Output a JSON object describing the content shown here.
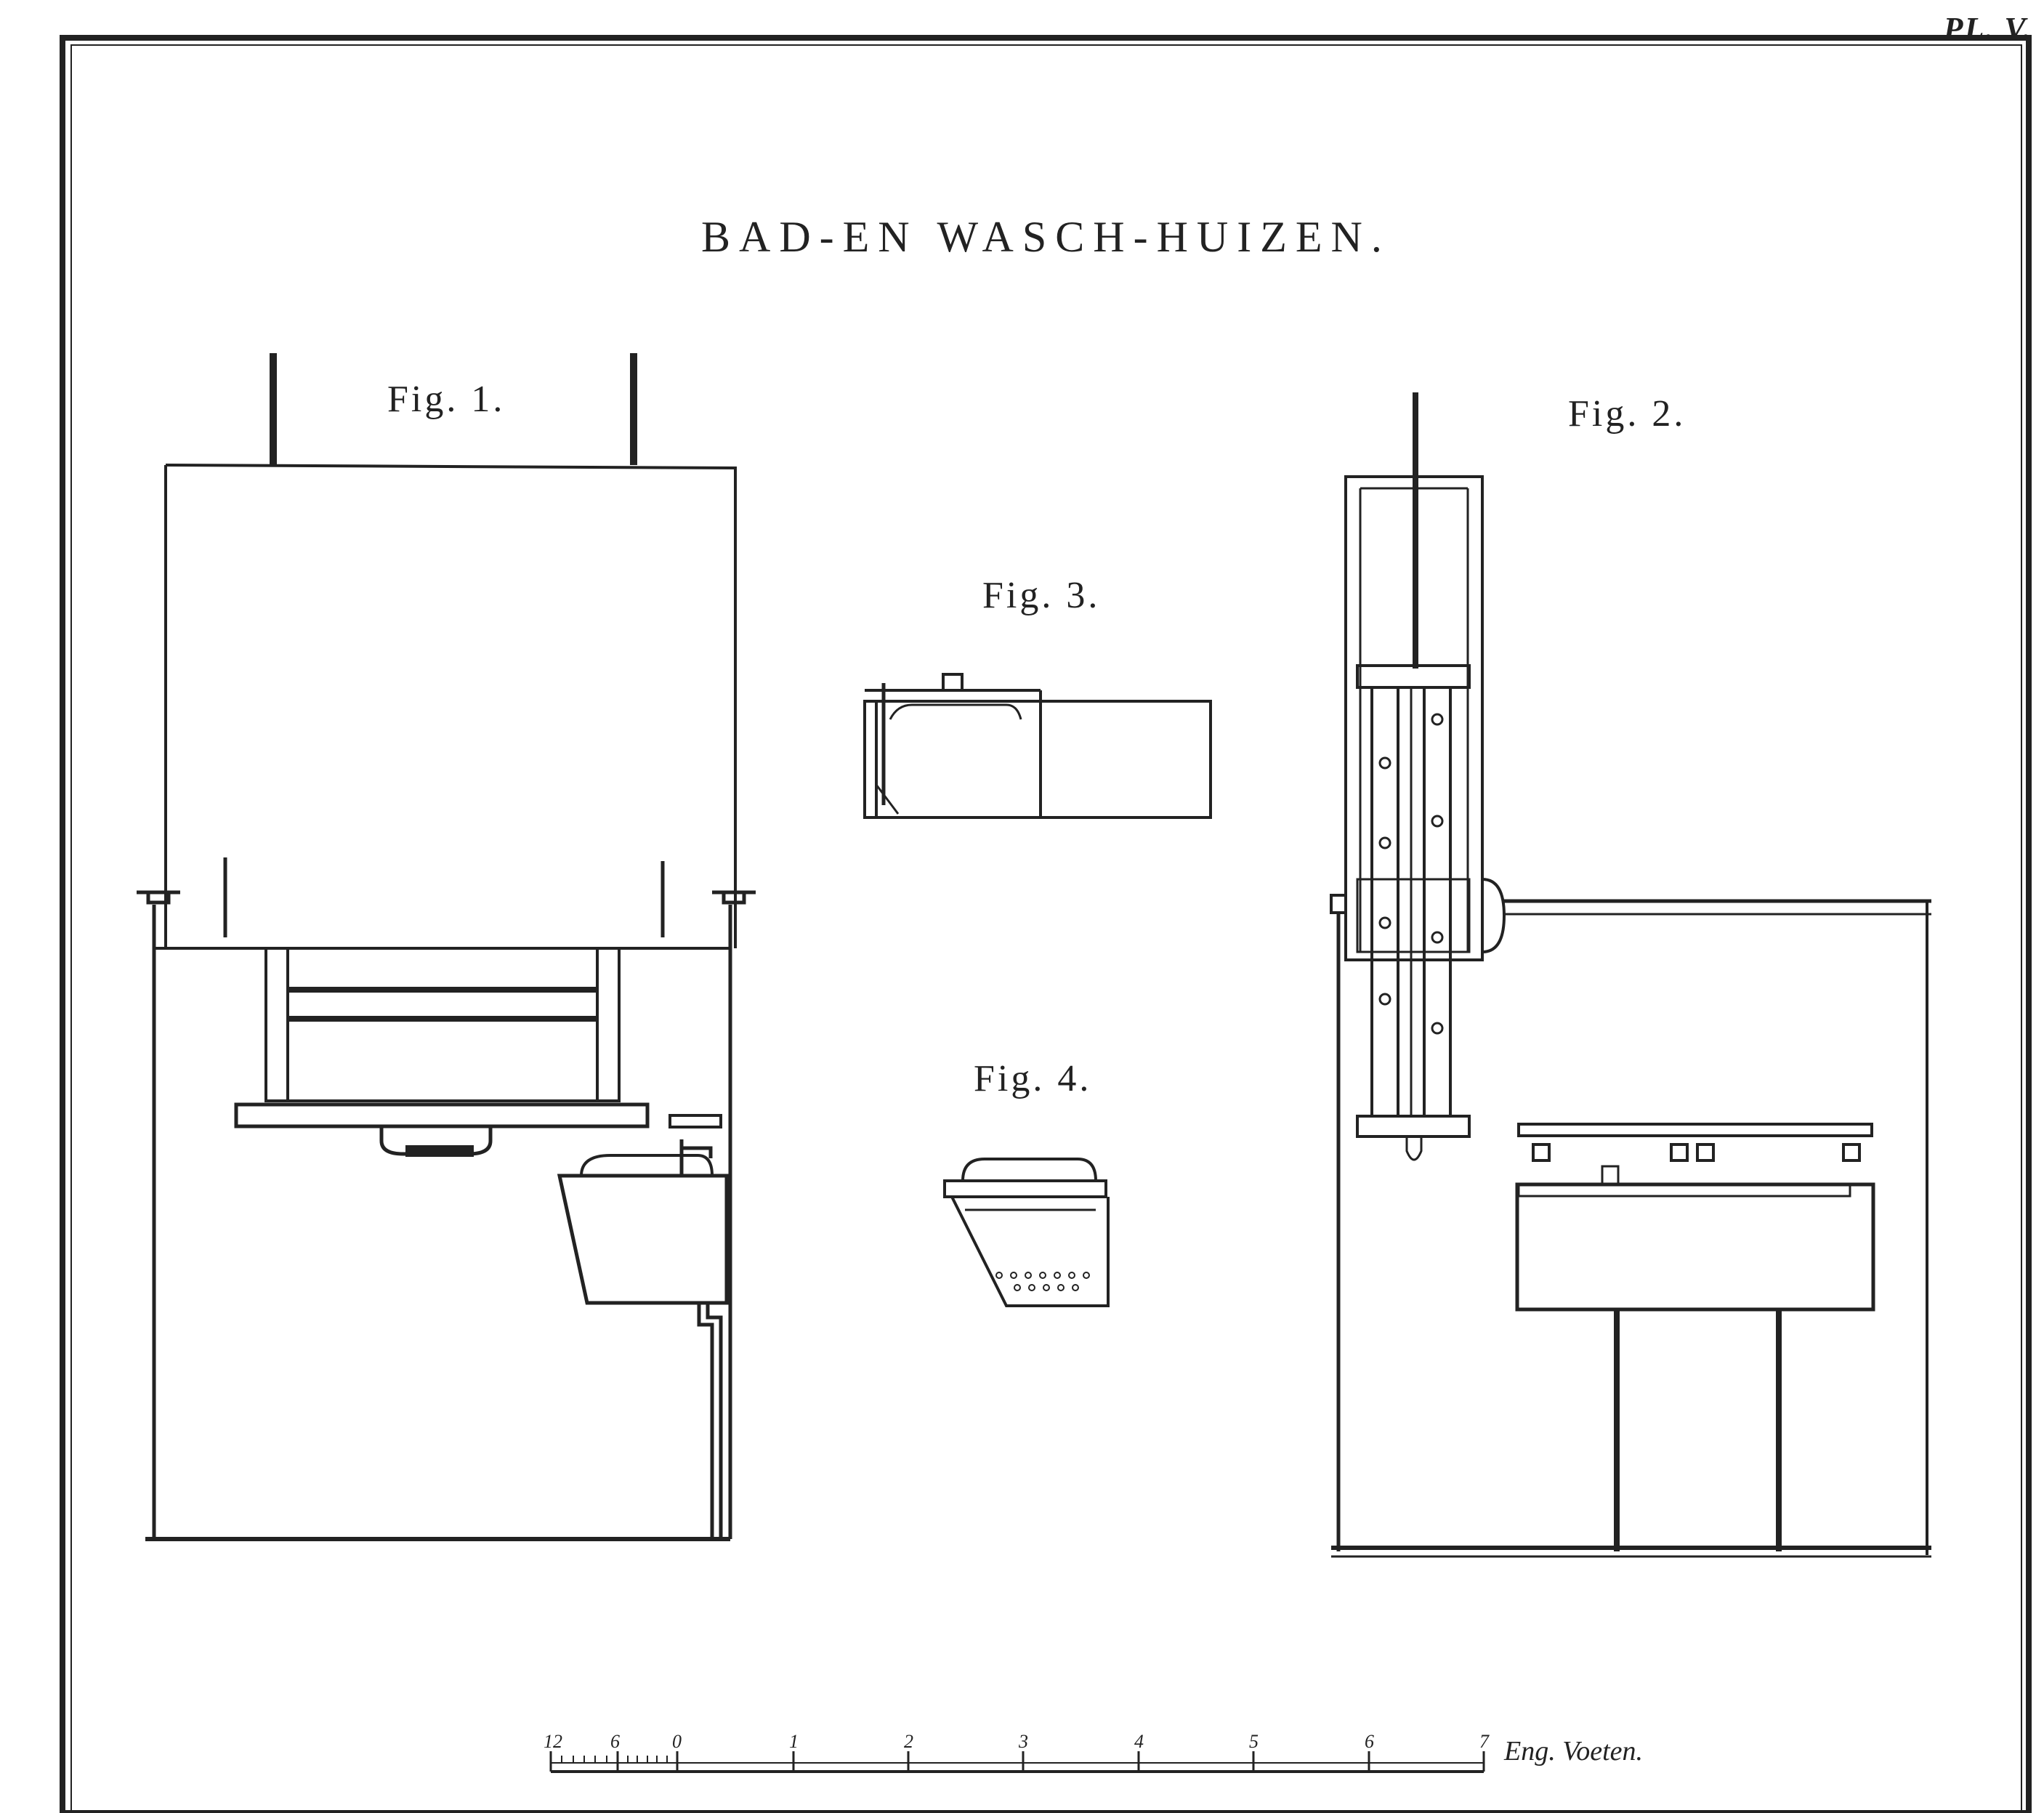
{
  "plate": {
    "label": "PL. V.",
    "title": "BAD-EN WASCH-HUIZEN."
  },
  "figures": [
    {
      "label": "Fig. 1."
    },
    {
      "label": "Fig. 2."
    },
    {
      "label": "Fig. 3."
    },
    {
      "label": "Fig. 4."
    }
  ],
  "scale": {
    "ticks": [
      "12",
      "6",
      "0",
      "1",
      "2",
      "3",
      "4",
      "5",
      "6",
      "7"
    ],
    "unit": "Eng. Voeten."
  },
  "colors": {
    "ink": "#222222",
    "paper": "#ffffff"
  }
}
